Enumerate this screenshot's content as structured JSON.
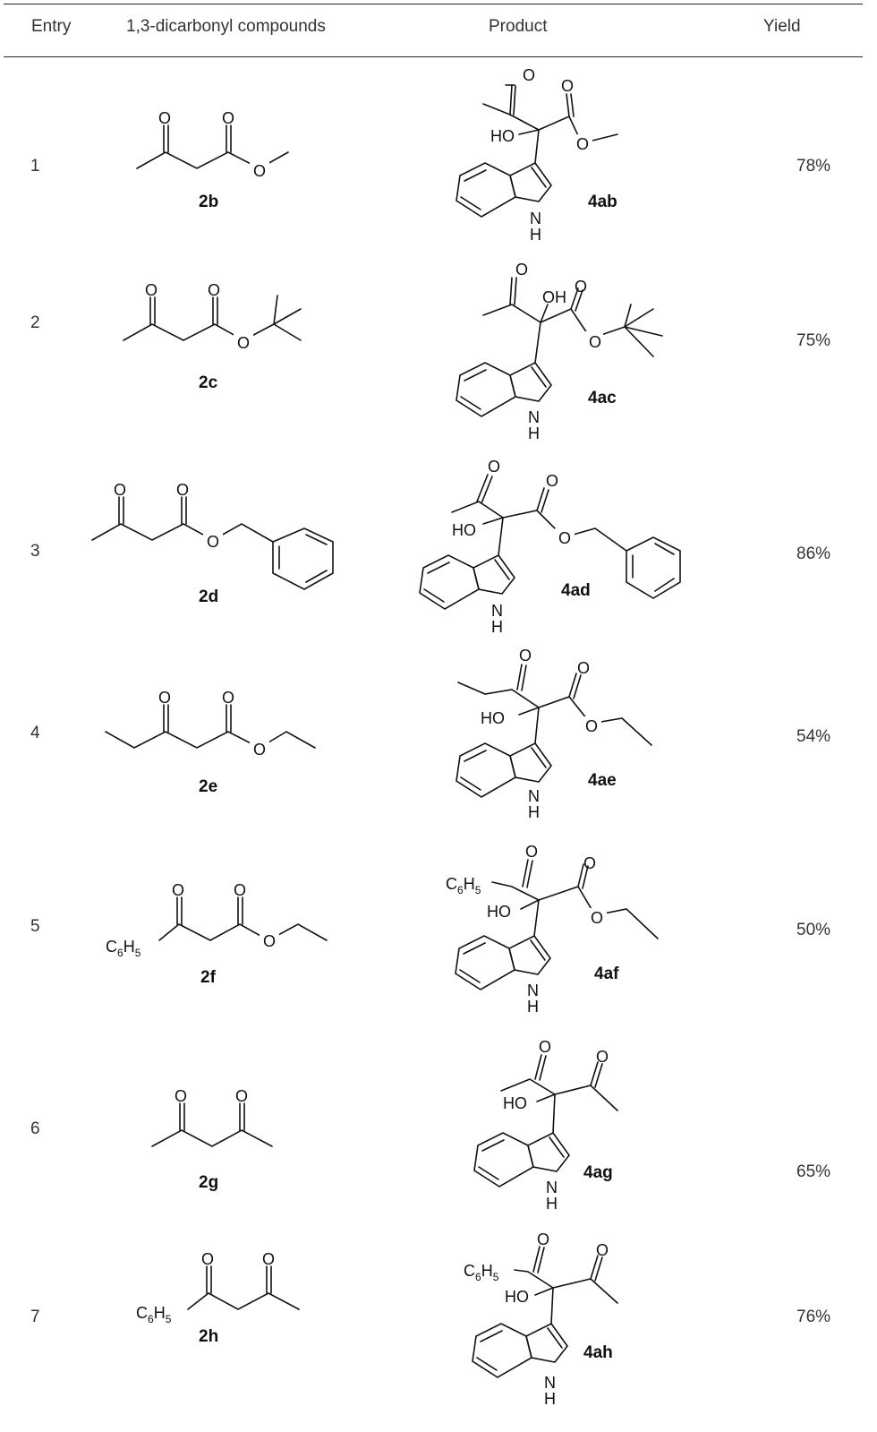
{
  "header": {
    "entry": "Entry",
    "compounds": "1,3-dicarbonyl compounds",
    "product": "Product",
    "yield": "Yield"
  },
  "rows": [
    {
      "entry": "1",
      "reactant": "2b",
      "product": "4ab",
      "yield": "78%"
    },
    {
      "entry": "2",
      "reactant": "2c",
      "product": "4ac",
      "yield": "75%"
    },
    {
      "entry": "3",
      "reactant": "2d",
      "product": "4ad",
      "yield": "86%"
    },
    {
      "entry": "4",
      "reactant": "2e",
      "product": "4ae",
      "yield": "54%"
    },
    {
      "entry": "5",
      "reactant": "2f",
      "product": "4af",
      "yield": "50%"
    },
    {
      "entry": "6",
      "reactant": "2g",
      "product": "4ag",
      "yield": "65%"
    },
    {
      "entry": "7",
      "reactant": "2h",
      "product": "4ah",
      "yield": "76%"
    }
  ],
  "atoms": {
    "O": "O",
    "HO": "HO",
    "OH": "OH",
    "N": "N",
    "H": "H",
    "C": "C",
    "six": "6",
    "five": "5"
  }
}
